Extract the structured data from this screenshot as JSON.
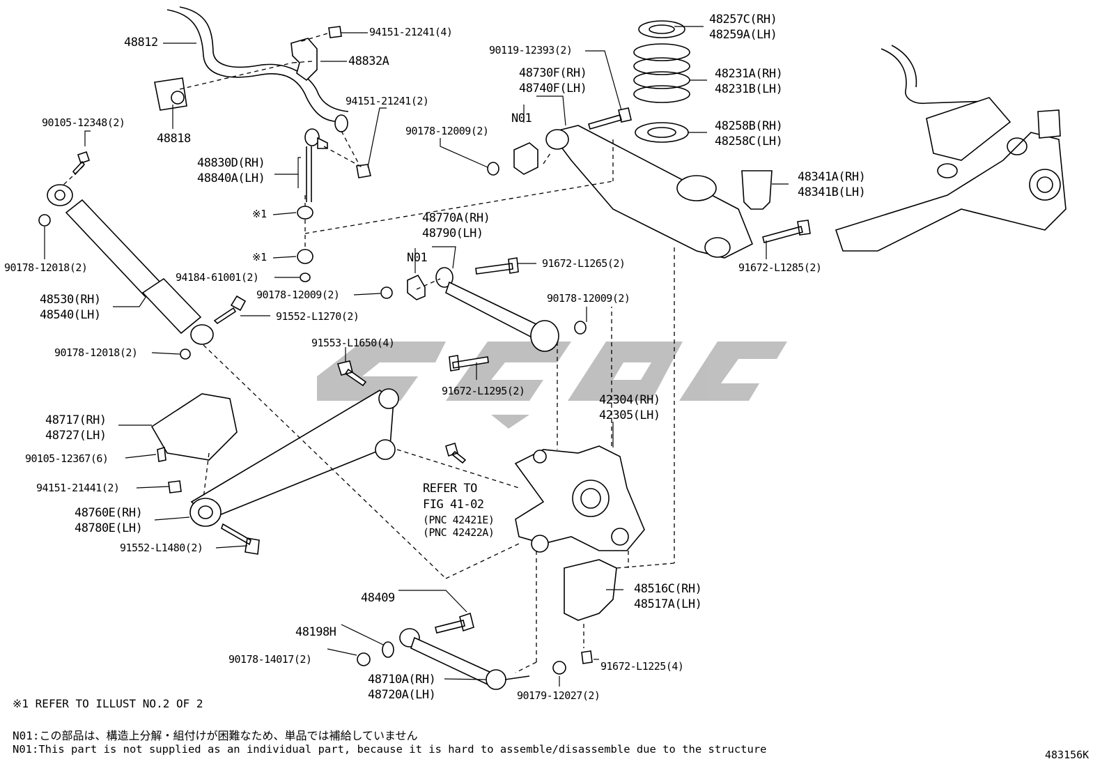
{
  "labels": {
    "l48812": "48812",
    "l94151a": "94151-21241(4)",
    "l48832A": "48832A",
    "l94151b": "94151-21241(2)",
    "l48818": "48818",
    "l90105a": "90105-12348(2)",
    "l48830D": "48830D(RH)",
    "l48840A": "48840A(LH)",
    "lref1a": "※1",
    "lref1b": "※1",
    "l94184": "94184-61001(2)",
    "l90178a": "90178-12018(2)",
    "l48530": "48530(RH)",
    "l48540": "48540(LH)",
    "l90178b": "90178-12009(2)",
    "l91552a": "91552-L1270(2)",
    "l90178c": "90178-12018(2)",
    "l90119": "90119-12393(2)",
    "l48730F": "48730F(RH)",
    "l48740F": "48740F(LH)",
    "lN01a": "N01",
    "l90178d": "90178-12009(2)",
    "l48770A": "48770A(RH)",
    "l48790": "48790(LH)",
    "lN01b": "N01",
    "l91672a": "91672-L1265(2)",
    "l90178e": "90178-12009(2)",
    "l91553": "91553-L1650(4)",
    "l91672b": "91672-L1295(2)",
    "l48257C": "48257C(RH)",
    "l48259A": "48259A(LH)",
    "l48231A": "48231A(RH)",
    "l48231B": "48231B(LH)",
    "l48258B": "48258B(RH)",
    "l48258C": "48258C(LH)",
    "l48341A": "48341A(RH)",
    "l48341B": "48341B(LH)",
    "l91672c": "91672-L1285(2)",
    "l42304": "42304(RH)",
    "l42305": "42305(LH)",
    "l48717": "48717(RH)",
    "l48727": "48727(LH)",
    "l90105b": "90105-12367(6)",
    "l94151c": "94151-21441(2)",
    "l48760E": "48760E(RH)",
    "l48780E": "48780E(LH)",
    "l91552b": "91552-L1480(2)",
    "lrefer1": "REFER TO",
    "lrefer2": "FIG 41-02",
    "lpnc1": "(PNC 42421E)",
    "lpnc2": "(PNC 42422A)",
    "l48516C": "48516C(RH)",
    "l48517A": "48517A(LH)",
    "l48409": "48409",
    "l48198H": "48198H",
    "l90178f": "90178-14017(2)",
    "l91672d": "91672-L1225(4)",
    "l48710A": "48710A(RH)",
    "l48720A": "48720A(LH)",
    "l90179": "90179-12027(2)"
  },
  "notes": {
    "ref_note": "※1 REFER TO ILLUST NO.2 OF 2",
    "n01_jp": "N01:この部品は、構造上分解・組付けが困難なため、単品では補給していません",
    "n01_en": "N01:This part is not supplied as an individual part, because it is hard to assemble/disassemble due to the structure",
    "illustration_code": "483156K"
  }
}
